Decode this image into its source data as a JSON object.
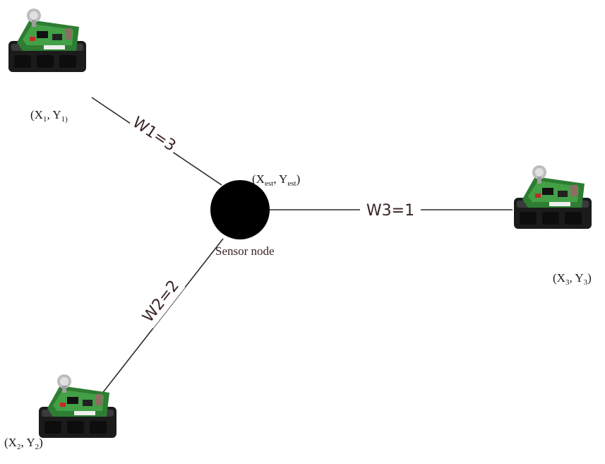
{
  "sensor_node": {
    "label": "Sensor node",
    "coord_main_x": "(X",
    "coord_sub_x": "est",
    "coord_sep": ", Y",
    "coord_sub_y": "est",
    "coord_close": ")"
  },
  "anchors": [
    {
      "coord_main_x": "(X",
      "coord_sub_x": "1",
      "coord_sep": ", Y",
      "coord_sub_y": "1)",
      "coord_close": ""
    },
    {
      "coord_main_x": "(X",
      "coord_sub_x": "2",
      "coord_sep": ", Y",
      "coord_sub_y": "2",
      "coord_close": ")"
    },
    {
      "coord_main_x": "(X",
      "coord_sub_x": "3",
      "coord_sep": ", Y",
      "coord_sub_y": "3",
      "coord_close": ")"
    }
  ],
  "edges": [
    {
      "label": "W1=3"
    },
    {
      "label": "W2=2"
    },
    {
      "label": "W3=1"
    }
  ],
  "colors": {
    "line": "#2a2a2a",
    "node": "#000000",
    "pcb": "#2e7d32",
    "battery": "#1b1b1b"
  },
  "icons": [
    "sensor-mote-icon"
  ]
}
